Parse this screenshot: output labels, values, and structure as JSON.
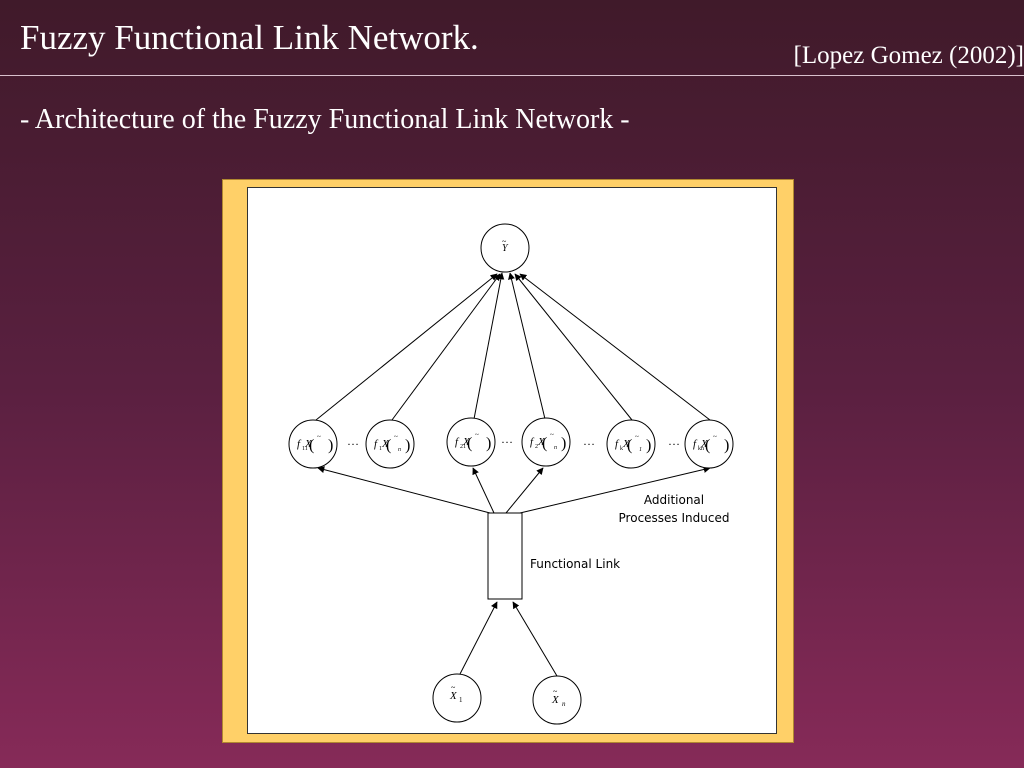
{
  "slide": {
    "title": "Fuzzy Functional Link Network.",
    "citation": "[Lopez Gomez (2002)]",
    "subtitle": "- Architecture of the Fuzzy  Functional Link Network -"
  },
  "diagram": {
    "output_node": {
      "symbol": "Y",
      "mark": "~"
    },
    "hidden_nodes": [
      {
        "f": "f",
        "X": "X",
        "sub_f": "11",
        "sub_x": ""
      },
      {
        "f": "f",
        "X": "X",
        "sub_f": "1",
        "sub_x": "n"
      },
      {
        "f": "f",
        "X": "X",
        "sub_f": "21",
        "sub_x": ""
      },
      {
        "f": "f",
        "X": "X",
        "sub_f": "2",
        "sub_x": "n"
      },
      {
        "f": "f",
        "X": "X",
        "sub_f": "k",
        "sub_x": "1"
      },
      {
        "f": "f",
        "X": "X",
        "sub_f": "kn",
        "sub_x": ""
      }
    ],
    "ellipsis": "…",
    "functional_link_label": "Functional Link",
    "additional_label_line1": "Additional",
    "additional_label_line2": "Processes Induced",
    "input_nodes": [
      {
        "symbol": "X",
        "sub": "1"
      },
      {
        "symbol": "X",
        "sub": "n"
      }
    ]
  }
}
